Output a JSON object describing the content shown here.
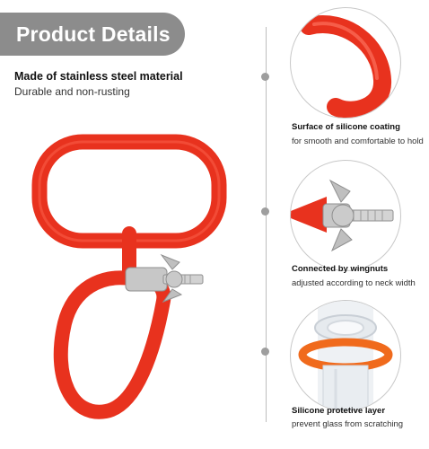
{
  "banner": {
    "title": "Product Details"
  },
  "intro": {
    "heading": "Made of stainless steel material",
    "subheading": "Durable and non-rusting"
  },
  "features": [
    {
      "title": "Surface of silicone coating",
      "description": "for smooth and comfortable to hold"
    },
    {
      "title": "Connected by wingnuts",
      "description": "adjusted according to neck width"
    },
    {
      "title": "Silicone protetive layer",
      "description": "prevent glass from scratching"
    }
  ],
  "colors": {
    "banner": "#8c8c8c",
    "handle": "#e8321e",
    "metal": "#b9b9b9",
    "timeline": "#9e9e9e"
  }
}
